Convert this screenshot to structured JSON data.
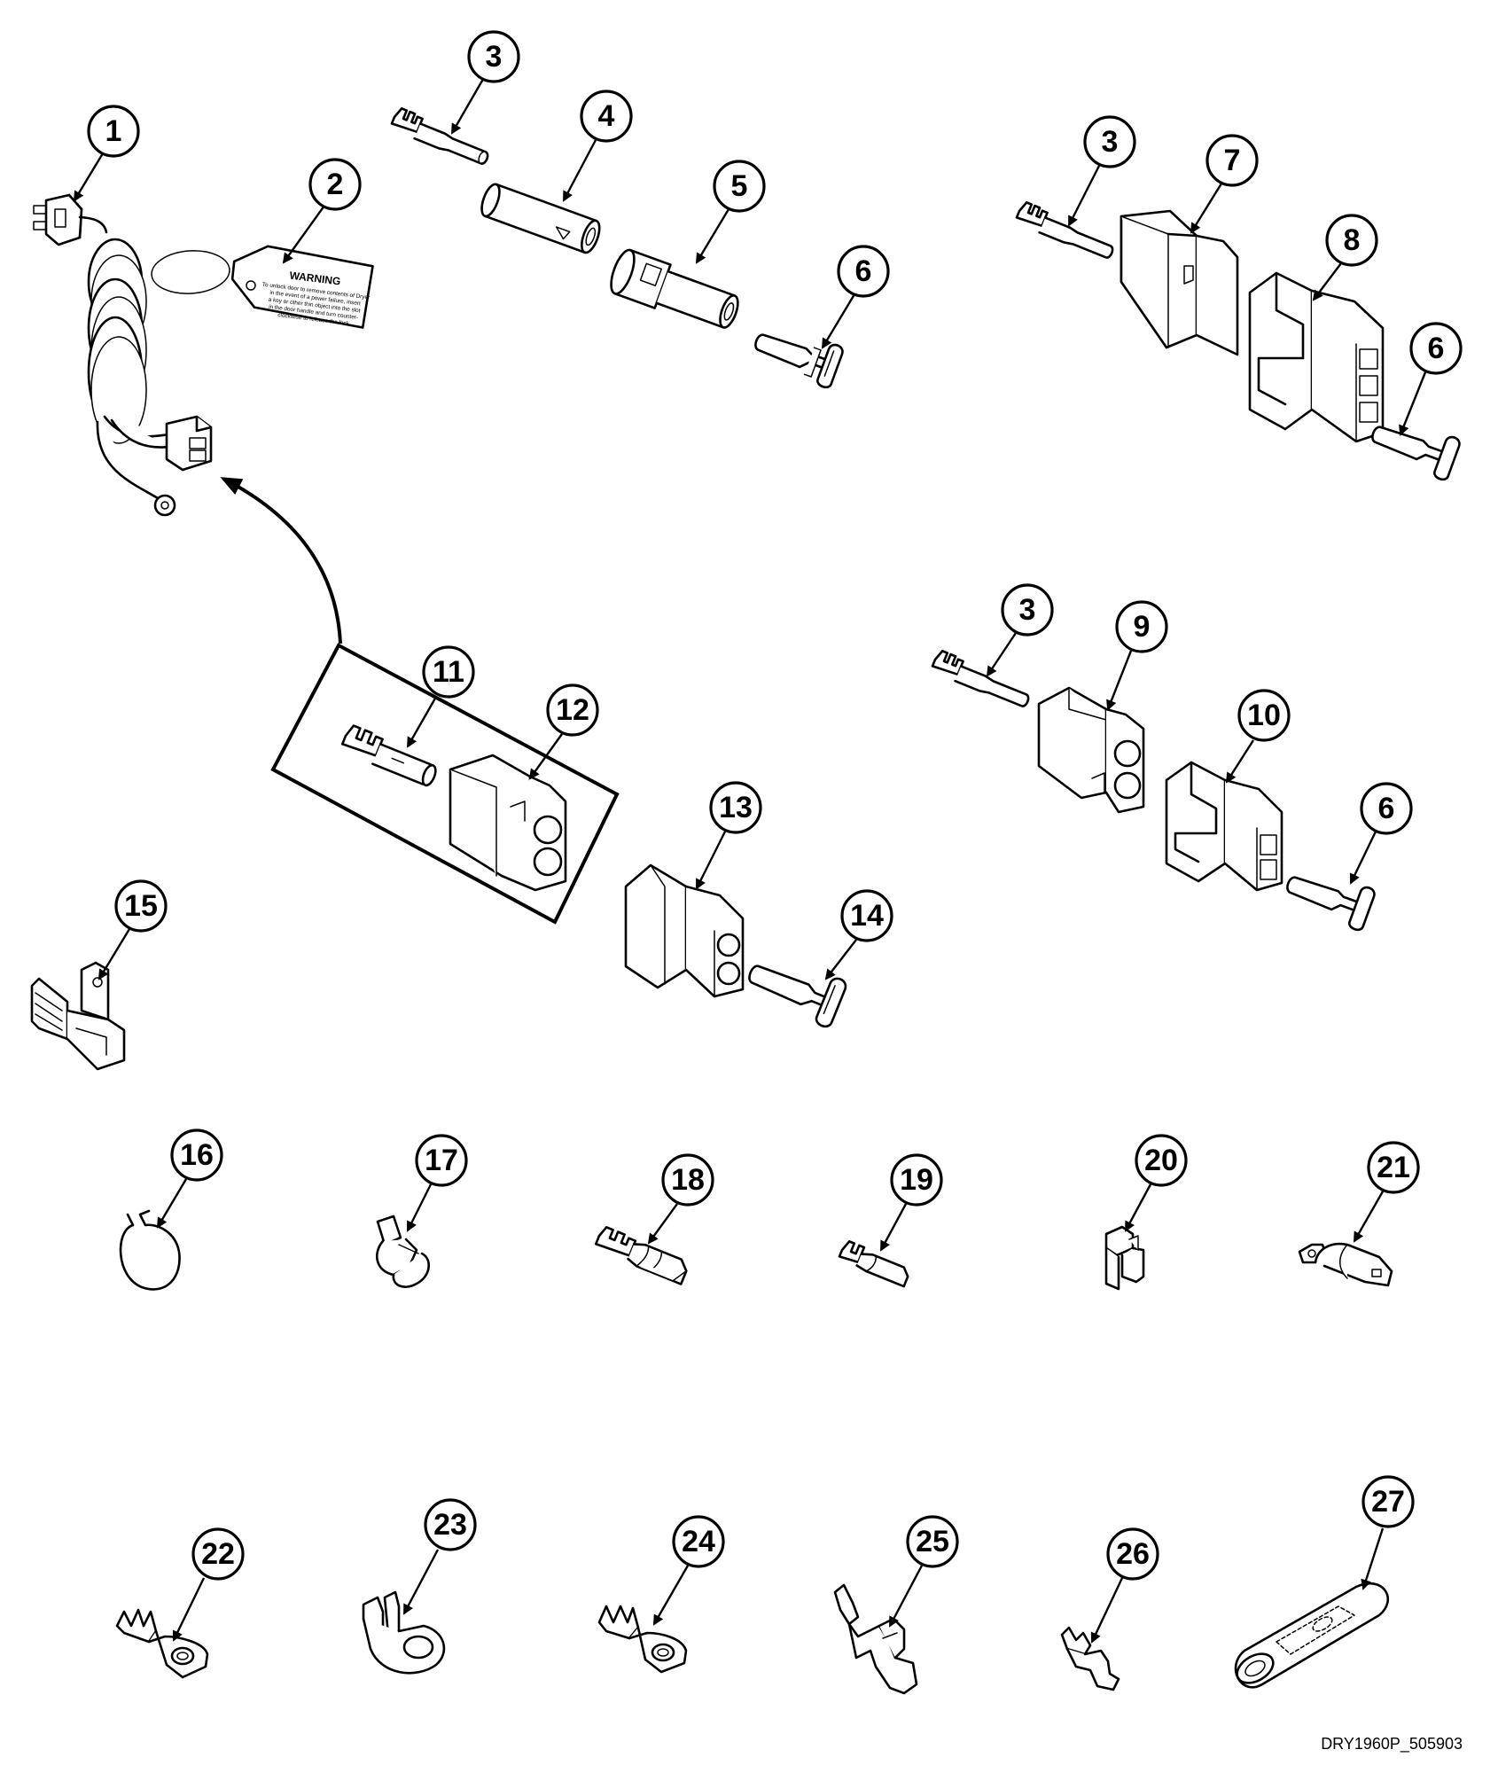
{
  "diagram": {
    "drawing_code": "DRY1960P_505903",
    "warning_tag": {
      "heading": "WARNING",
      "body_lines": [
        "To unlock door to remove contents of Dryer",
        "in the event of a power failure, insert",
        "a key or other thin object into the slot",
        "in the door handle and turn counter-",
        "clockwise to release the lock"
      ]
    },
    "callouts": [
      "1",
      "2",
      "3",
      "4",
      "5",
      "6",
      "7",
      "8",
      "9",
      "10",
      "11",
      "12",
      "13",
      "14",
      "15",
      "16",
      "17",
      "18",
      "19",
      "20",
      "21",
      "22",
      "23",
      "24",
      "25",
      "26",
      "27"
    ]
  }
}
